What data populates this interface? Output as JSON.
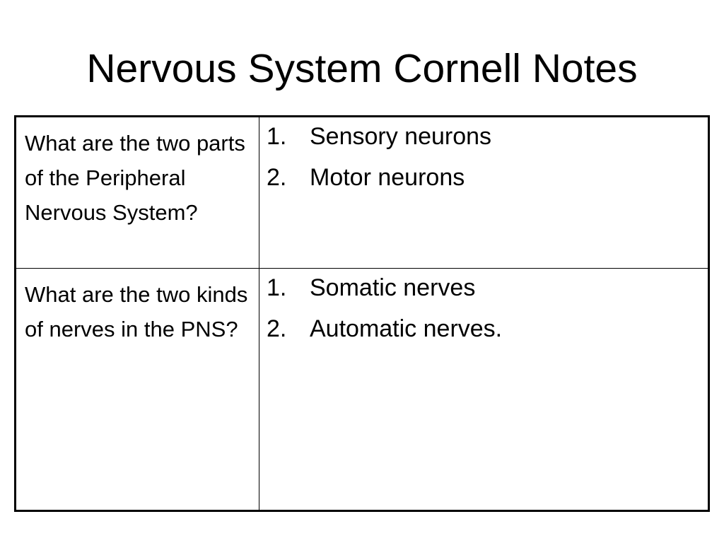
{
  "title": "Nervous System Cornell Notes",
  "rows": [
    {
      "question": "What are the two parts of the Peripheral Nervous System?",
      "answers": [
        {
          "number": "1.",
          "text": "Sensory neurons"
        },
        {
          "number": "2.",
          "text": "Motor neurons"
        }
      ]
    },
    {
      "question": "What are the two kinds of nerves in the PNS?",
      "answers": [
        {
          "number": "1.",
          "text": "Somatic nerves"
        },
        {
          "number": "2.",
          "text": "Automatic nerves."
        }
      ]
    }
  ]
}
